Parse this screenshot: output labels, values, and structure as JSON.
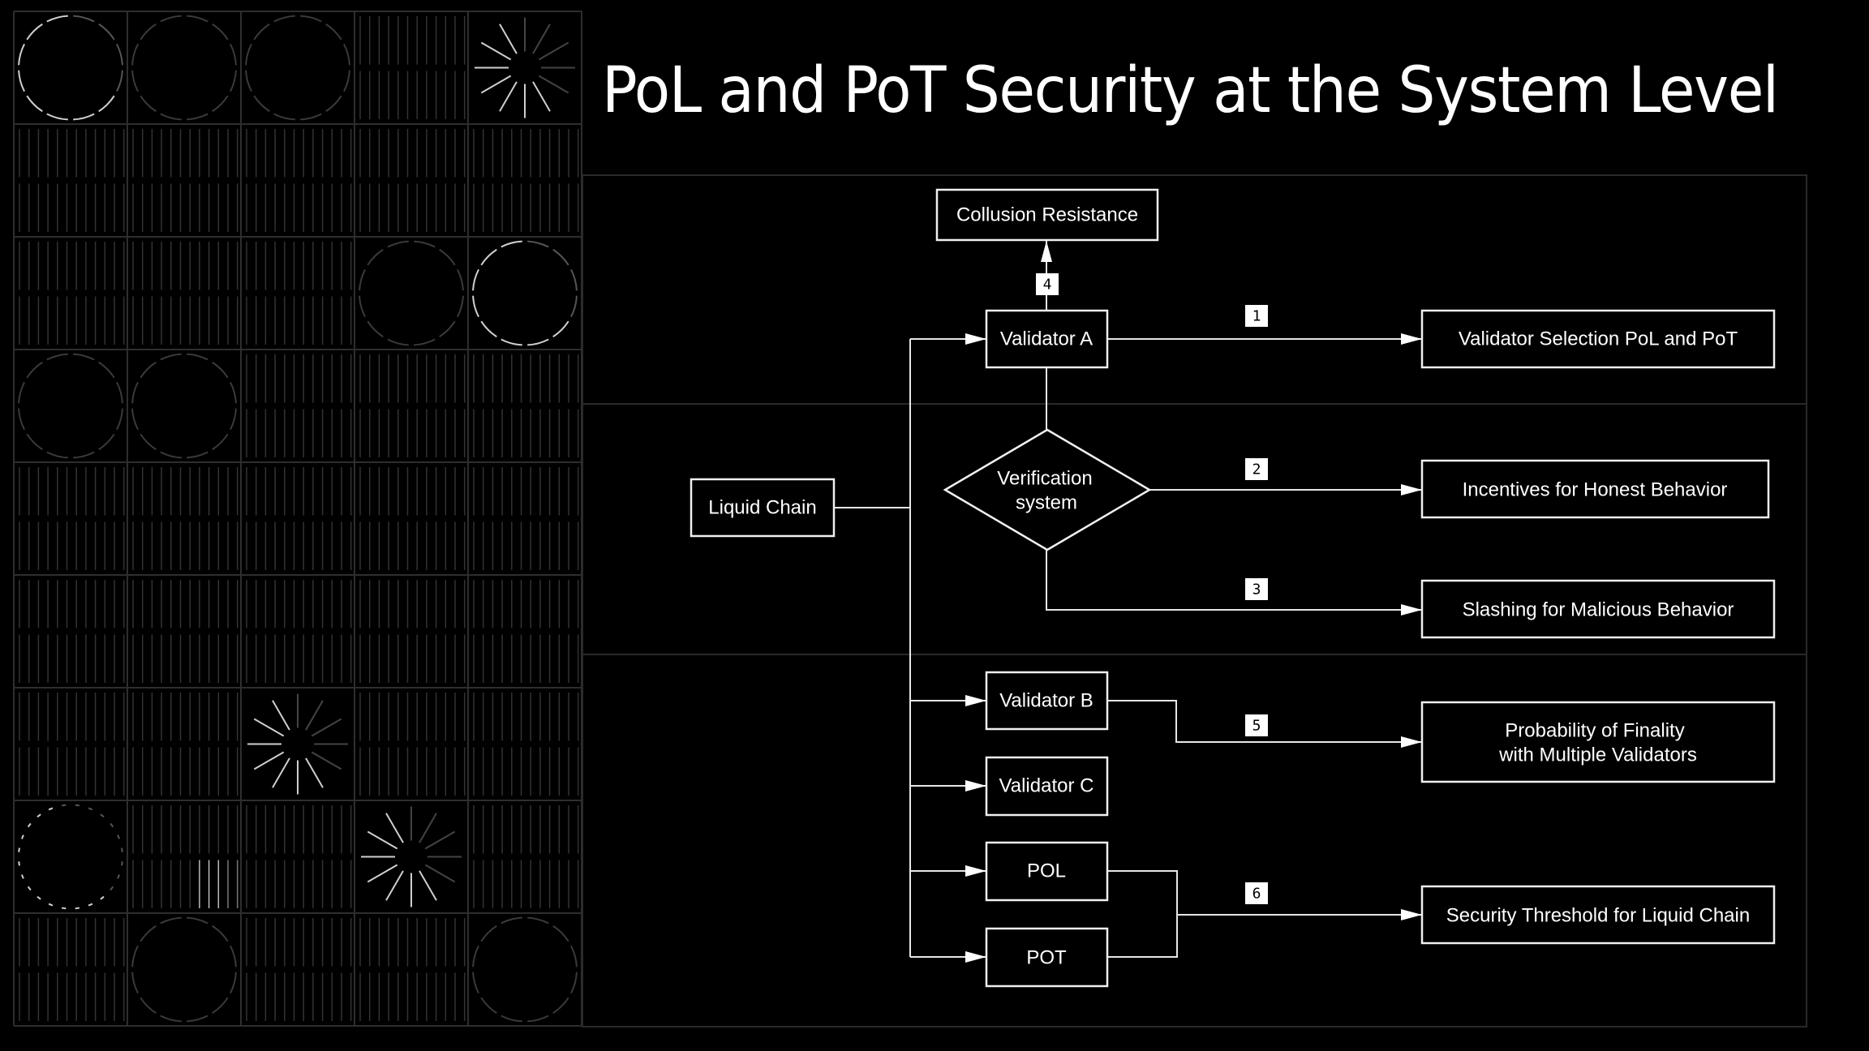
{
  "title": "PoL and PoT Security at the System Level",
  "colors": {
    "background": "#000000",
    "foreground": "#ffffff",
    "grid_line": "#2b2b2b",
    "panel_border": "#2a2a2a",
    "badge_fill": "#ffffff",
    "badge_text": "#000000"
  },
  "pattern_grid": {
    "columns": 5,
    "rows": 9,
    "cells": [
      [
        "circle-bright",
        "circle-dim",
        "circle-dim",
        "lines",
        "burst"
      ],
      [
        "lines",
        "lines",
        "lines",
        "lines",
        "lines"
      ],
      [
        "lines",
        "lines",
        "lines",
        "circle-dim",
        "circle-bright"
      ],
      [
        "circle-dim",
        "circle-dim",
        "lines",
        "lines",
        "lines"
      ],
      [
        "lines",
        "lines",
        "lines",
        "lines",
        "lines"
      ],
      [
        "lines",
        "lines",
        "lines",
        "lines",
        "lines"
      ],
      [
        "lines",
        "lines",
        "burst",
        "lines",
        "lines"
      ],
      [
        "circle-dashed-bright",
        "lines-highlight",
        "lines",
        "burst",
        "lines"
      ],
      [
        "lines",
        "circle-dim",
        "lines",
        "lines",
        "circle-dim"
      ]
    ]
  },
  "diagram": {
    "nodes": {
      "collusion_resistance": "Collusion Resistance",
      "validator_a": "Validator A",
      "validator_selection": "Validator Selection PoL and PoT",
      "liquid_chain": "Liquid Chain",
      "verification_line1": "Verification",
      "verification_line2": "system",
      "incentives": "Incentives for Honest Behavior",
      "slashing": "Slashing for Malicious Behavior",
      "validator_b": "Validator B",
      "validator_c": "Validator C",
      "probability_line1": "Probability of Finality",
      "probability_line2": "with Multiple Validators",
      "pol": "POL",
      "pot": "POT",
      "security_threshold": "Security Threshold for Liquid Chain"
    },
    "badges": {
      "b1": "1",
      "b2": "2",
      "b3": "3",
      "b4": "4",
      "b5": "5",
      "b6": "6"
    }
  }
}
